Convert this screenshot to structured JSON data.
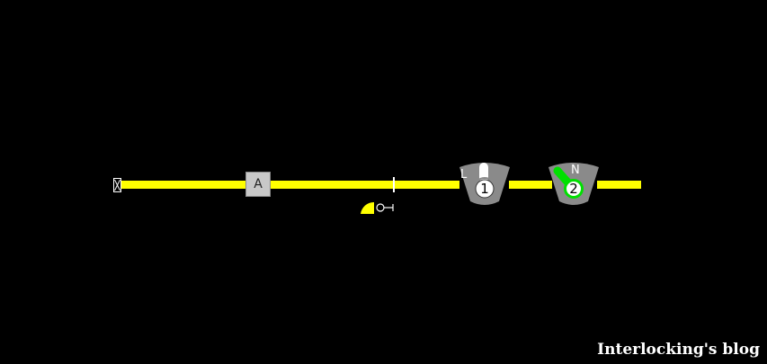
{
  "panel": {
    "background": "#000000",
    "track_color": "#ffff00",
    "buffer_stop": {
      "icon": "buffer-stop-icon"
    },
    "track_button": {
      "label": "A",
      "fill": "#c8c8c8"
    },
    "insulated_joint": {
      "icon": "insulated-joint-icon"
    },
    "shunt_signal": {
      "icon": "shunt-signal-icon",
      "aspect_color": "#ffff00"
    },
    "levers": [
      {
        "number": "1",
        "position_label": "L",
        "state": "reverse-left",
        "indicator_color": "#ffffff"
      },
      {
        "number": "2",
        "position_label": "N",
        "state": "normal-left",
        "indicator_color": "#00e000"
      }
    ]
  },
  "watermark": {
    "text": "Interlocking's blog"
  }
}
